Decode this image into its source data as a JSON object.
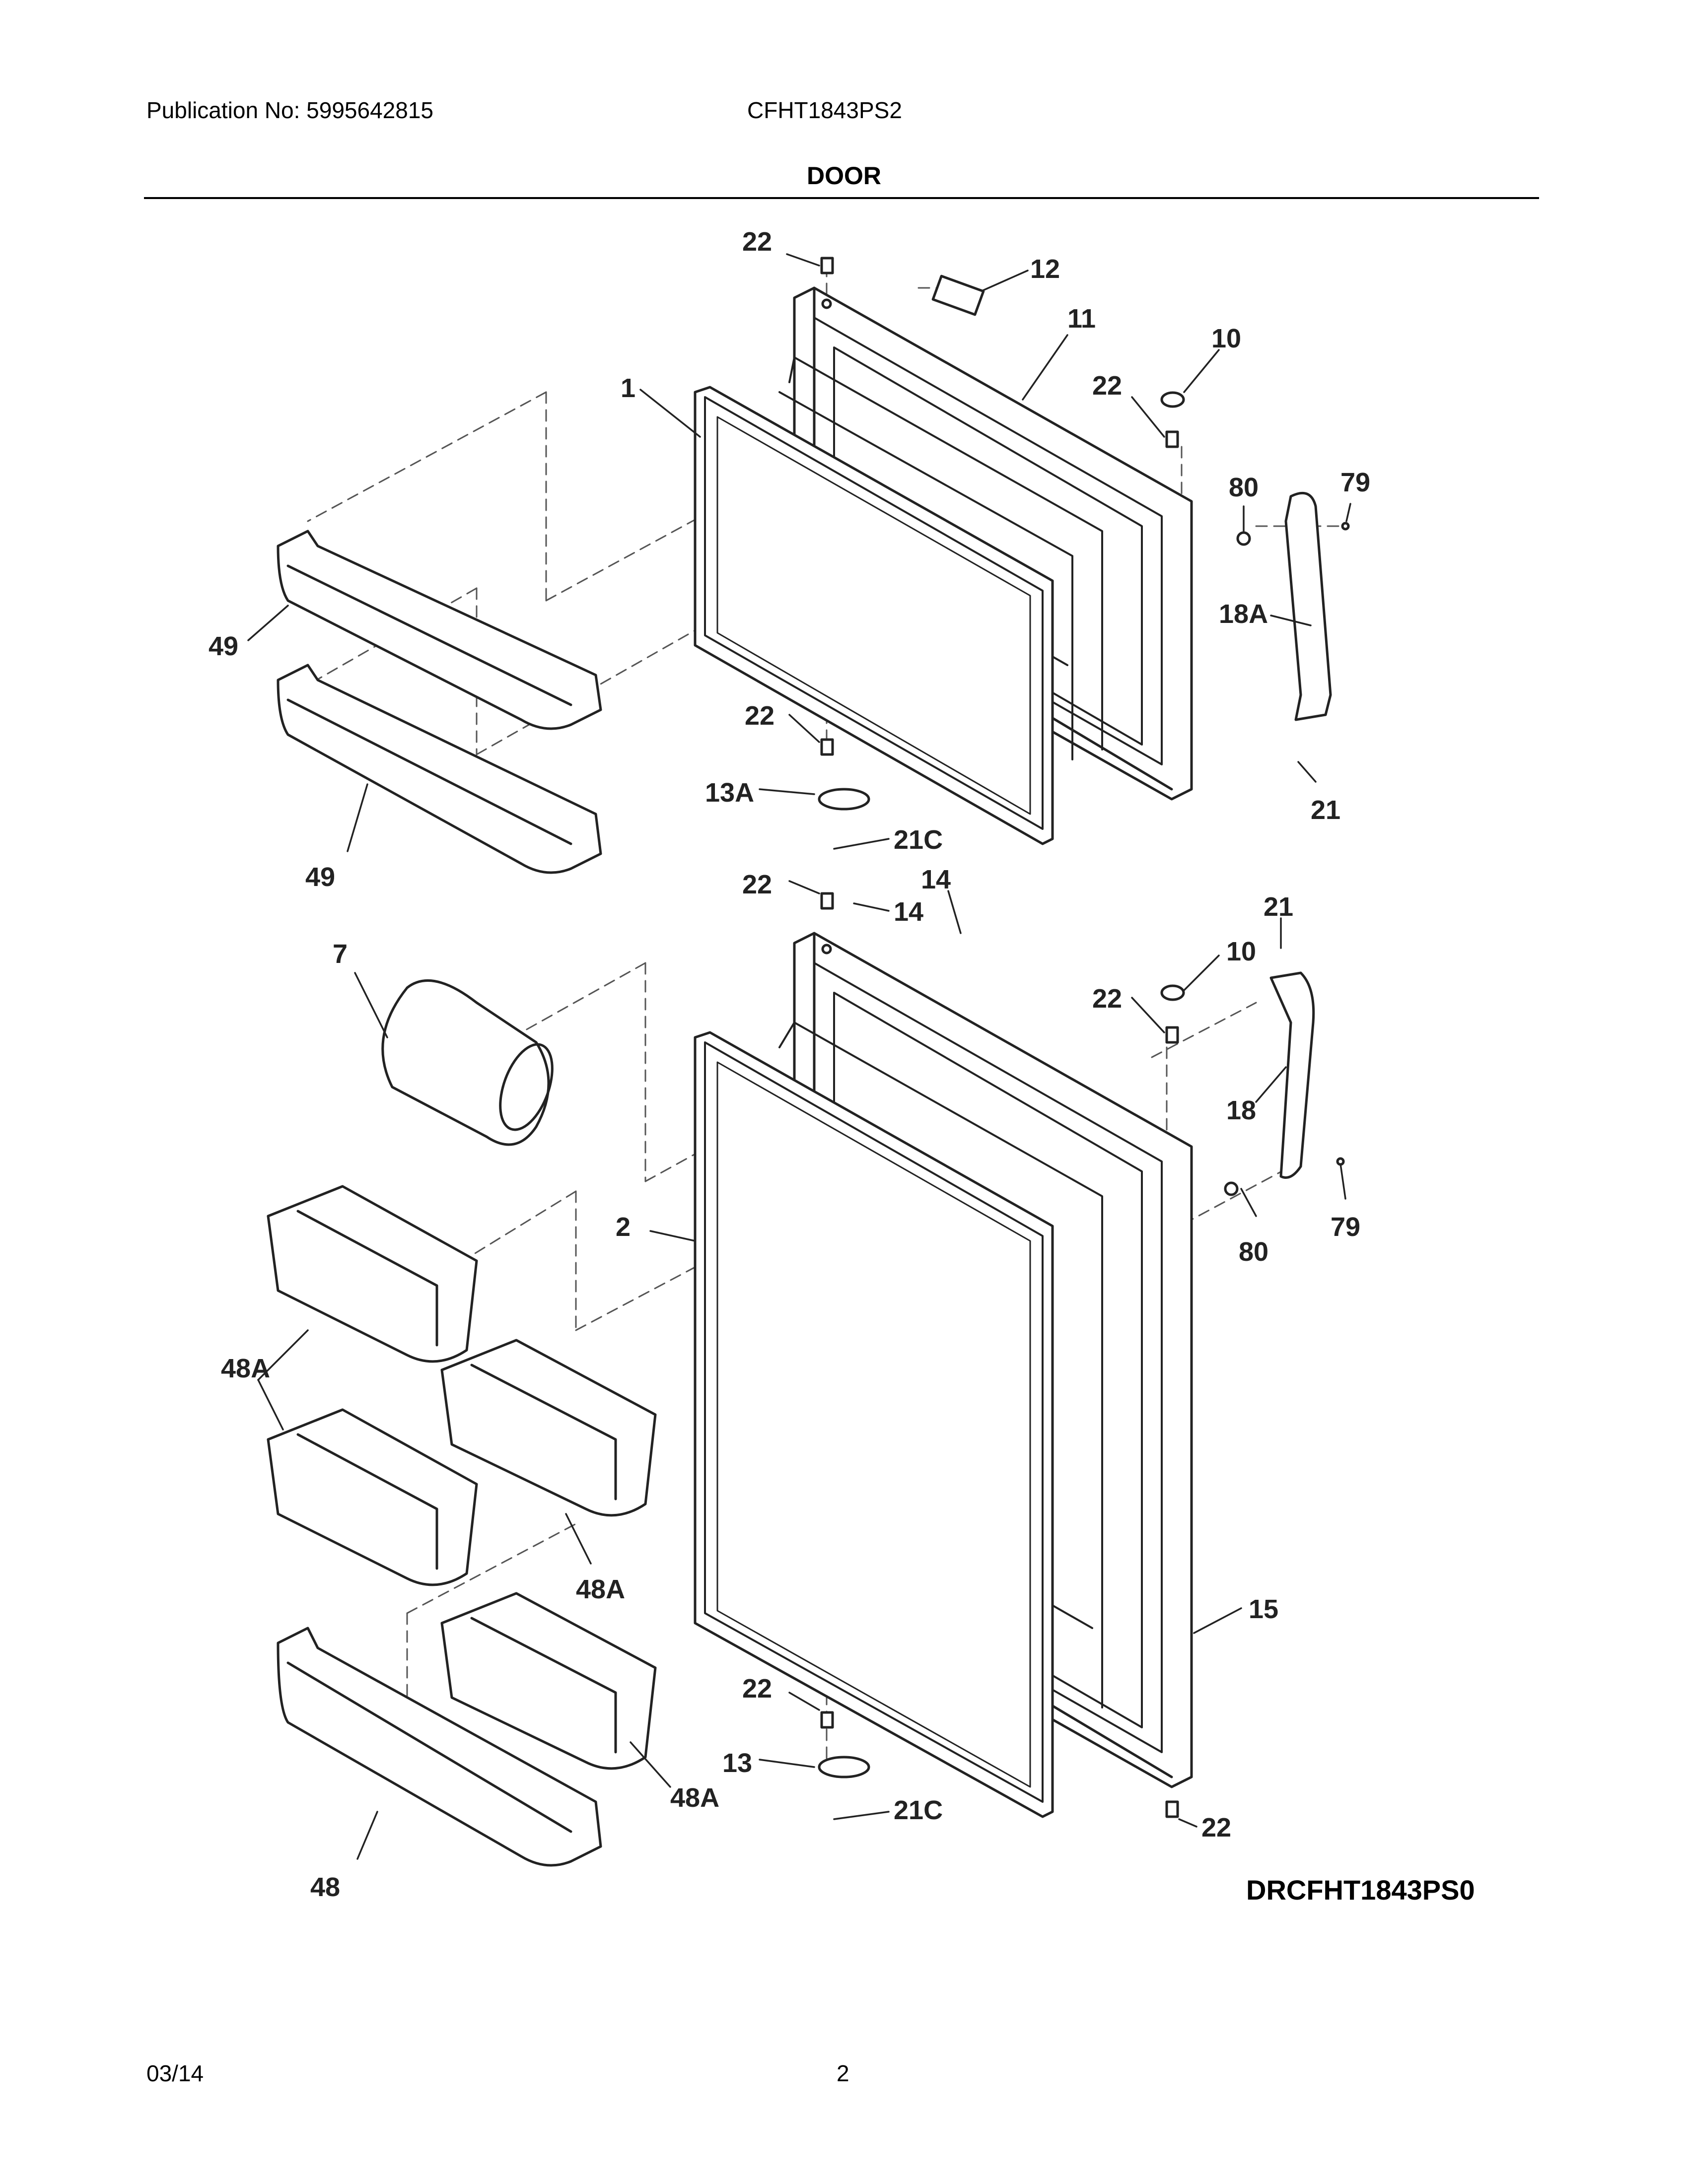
{
  "header": {
    "publication": "Publication No: 5995642815",
    "model": "CFHT1843PS2",
    "section_title": "DOOR"
  },
  "diagram": {
    "id": "DRCFHT1843PS0",
    "callouts": [
      "22",
      "12",
      "11",
      "10",
      "22",
      "1",
      "80",
      "79",
      "18A",
      "49",
      "49",
      "22",
      "13A",
      "21C",
      "21",
      "22",
      "14",
      "14",
      "21",
      "10",
      "22",
      "7",
      "18",
      "80",
      "79",
      "2",
      "48A",
      "48A",
      "15",
      "22",
      "13",
      "21C",
      "48A",
      "22",
      "48"
    ]
  },
  "footer": {
    "date": "03/14",
    "page": "2"
  }
}
